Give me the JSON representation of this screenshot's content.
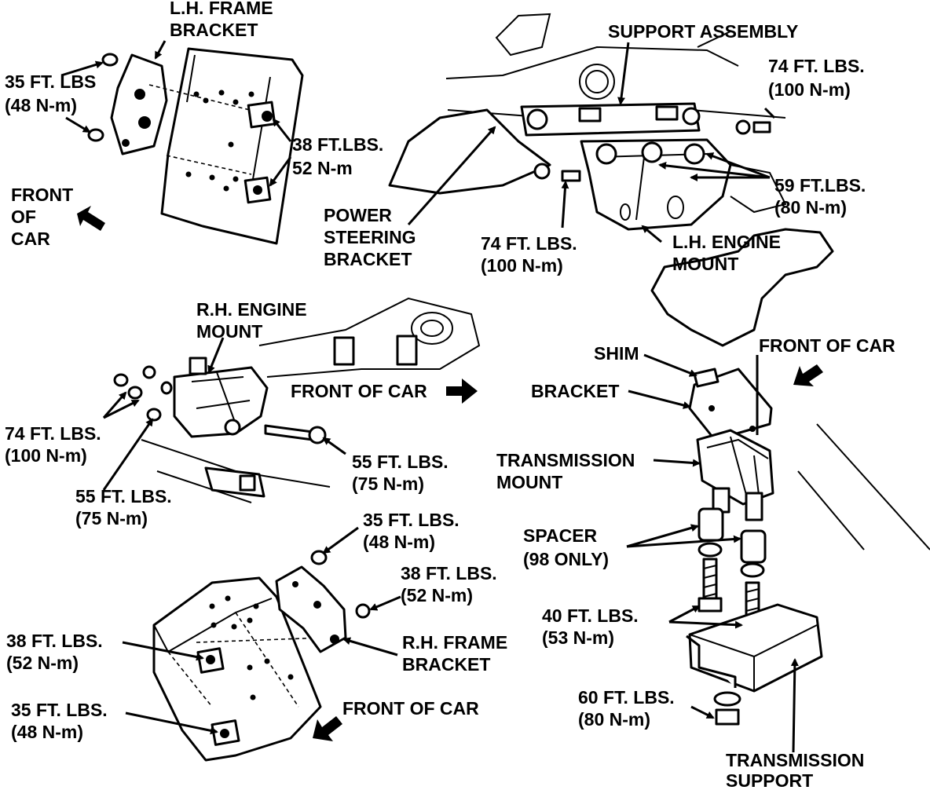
{
  "colors": {
    "ink": "#000000",
    "paper": "#ffffff"
  },
  "labels": {
    "lh_frame_bracket_1": "L.H. FRAME",
    "lh_frame_bracket_2": "BRACKET",
    "lh_35_ft": "35 FT. LBS",
    "lh_35_nm": "(48 N-m)",
    "lh_38_ft": "38 FT.LBS.",
    "lh_38_nm": "52 N-m",
    "front_of_car_1a": "FRONT",
    "front_of_car_1b": "OF",
    "front_of_car_1c": "CAR",
    "support_assembly": "SUPPORT ASSEMBLY",
    "sa_74_ft": "74 FT. LBS.",
    "sa_74_nm": "(100 N-m)",
    "sa_59_ft": "59 FT.LBS.",
    "sa_59_nm": "(80 N-m)",
    "power_steering_1": "POWER",
    "power_steering_2": "STEERING",
    "power_steering_3": "BRACKET",
    "ps_74_ft": "74 FT. LBS.",
    "ps_74_nm": "(100 N-m)",
    "lh_engine_mount_1": "L.H. ENGINE",
    "lh_engine_mount_2": "MOUNT",
    "rh_engine_mount_1": "R.H. ENGINE",
    "rh_engine_mount_2": "MOUNT",
    "front_of_car_2": "FRONT OF CAR",
    "rh_74_ft": "74 FT. LBS.",
    "rh_74_nm": "(100 N-m)",
    "rh_55a_ft": "55 FT. LBS.",
    "rh_55a_nm": "(75 N-m)",
    "rh_55b_ft": "55 FT. LBS.",
    "rh_55b_nm": "(75 N-m)",
    "shim": "SHIM",
    "front_of_car_3": "FRONT OF CAR",
    "bracket": "BRACKET",
    "transmission_mount_1": "TRANSMISSION",
    "transmission_mount_2": "MOUNT",
    "spacer_1": "SPACER",
    "spacer_2": "(98 ONLY)",
    "tm_40_ft": "40 FT. LBS.",
    "tm_40_nm": "(53 N-m)",
    "tm_60_ft": "60 FT. LBS.",
    "tm_60_nm": "(80 N-m)",
    "transmission_support_1": "TRANSMISSION",
    "transmission_support_2": "SUPPORT",
    "rf_35_ft": "35 FT. LBS.",
    "rf_35_nm": "(48 N-m)",
    "rf_38a_ft": "38 FT. LBS.",
    "rf_38a_nm": "(52 N-m)",
    "rh_frame_bracket_1": "R.H. FRAME",
    "rh_frame_bracket_2": "BRACKET",
    "rf_38b_ft": "38 FT. LBS.",
    "rf_38b_nm": "(52 N-m)",
    "rf_35b_ft": "35 FT. LBS.",
    "rf_35b_nm": "(48 N-m)",
    "front_of_car_4": "FRONT OF CAR"
  },
  "icons": [
    "front-direction-arrow-icon",
    "bolt-icon",
    "washer-icon",
    "nut-icon"
  ]
}
